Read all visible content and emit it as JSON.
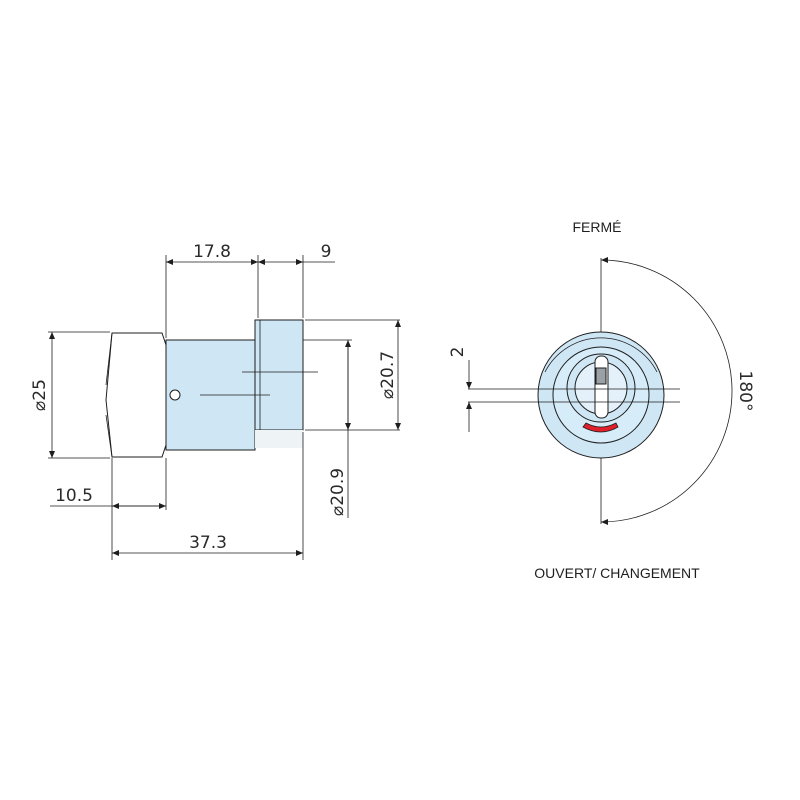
{
  "colors": {
    "body_fill": "#cfe6f5",
    "body_fill_light": "#e4f1fa",
    "line": "#1e1e1e",
    "indicator": "#e0202a"
  },
  "side_view": {
    "dim_17_8": "17.8",
    "dim_9": "9",
    "dim_d25": "⌀25",
    "dim_d20_7": "⌀20.7",
    "dim_d20_9": "⌀20.9",
    "dim_10_5": "10.5",
    "dim_37_3": "37.3"
  },
  "front_view": {
    "label_closed": "FERMÉ",
    "label_open": "OUVERT/ CHANGEMENT",
    "dim_2": "2",
    "dim_180": "180°"
  }
}
